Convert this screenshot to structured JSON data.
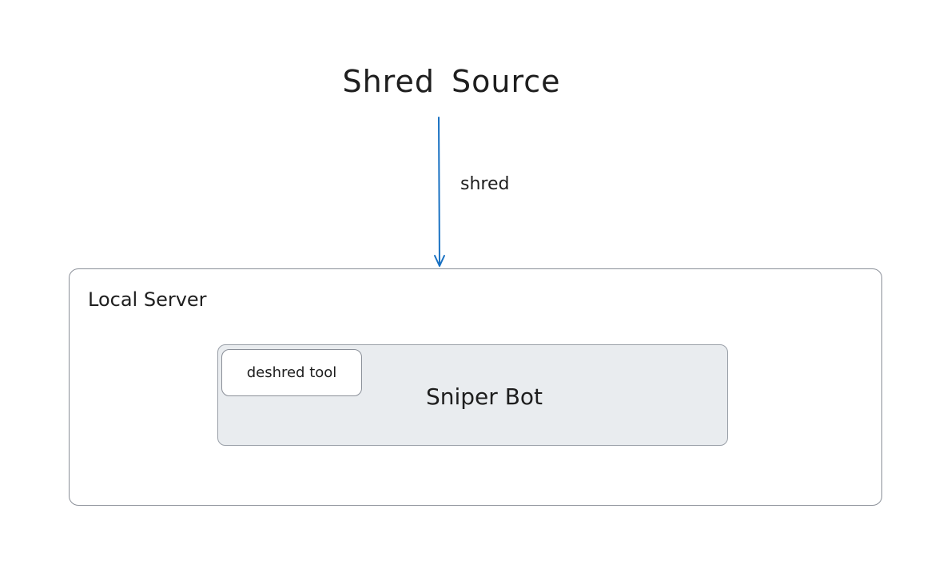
{
  "diagram": {
    "source": {
      "label": "Shred Source"
    },
    "edge": {
      "label": "shred",
      "color": "#1971c2"
    },
    "server": {
      "label": "Local Server",
      "border_color": "#8a8f98"
    },
    "bot": {
      "label": "Sniper Bot",
      "fill_color": "#e9ecef"
    },
    "tool": {
      "label": "deshred tool"
    }
  }
}
